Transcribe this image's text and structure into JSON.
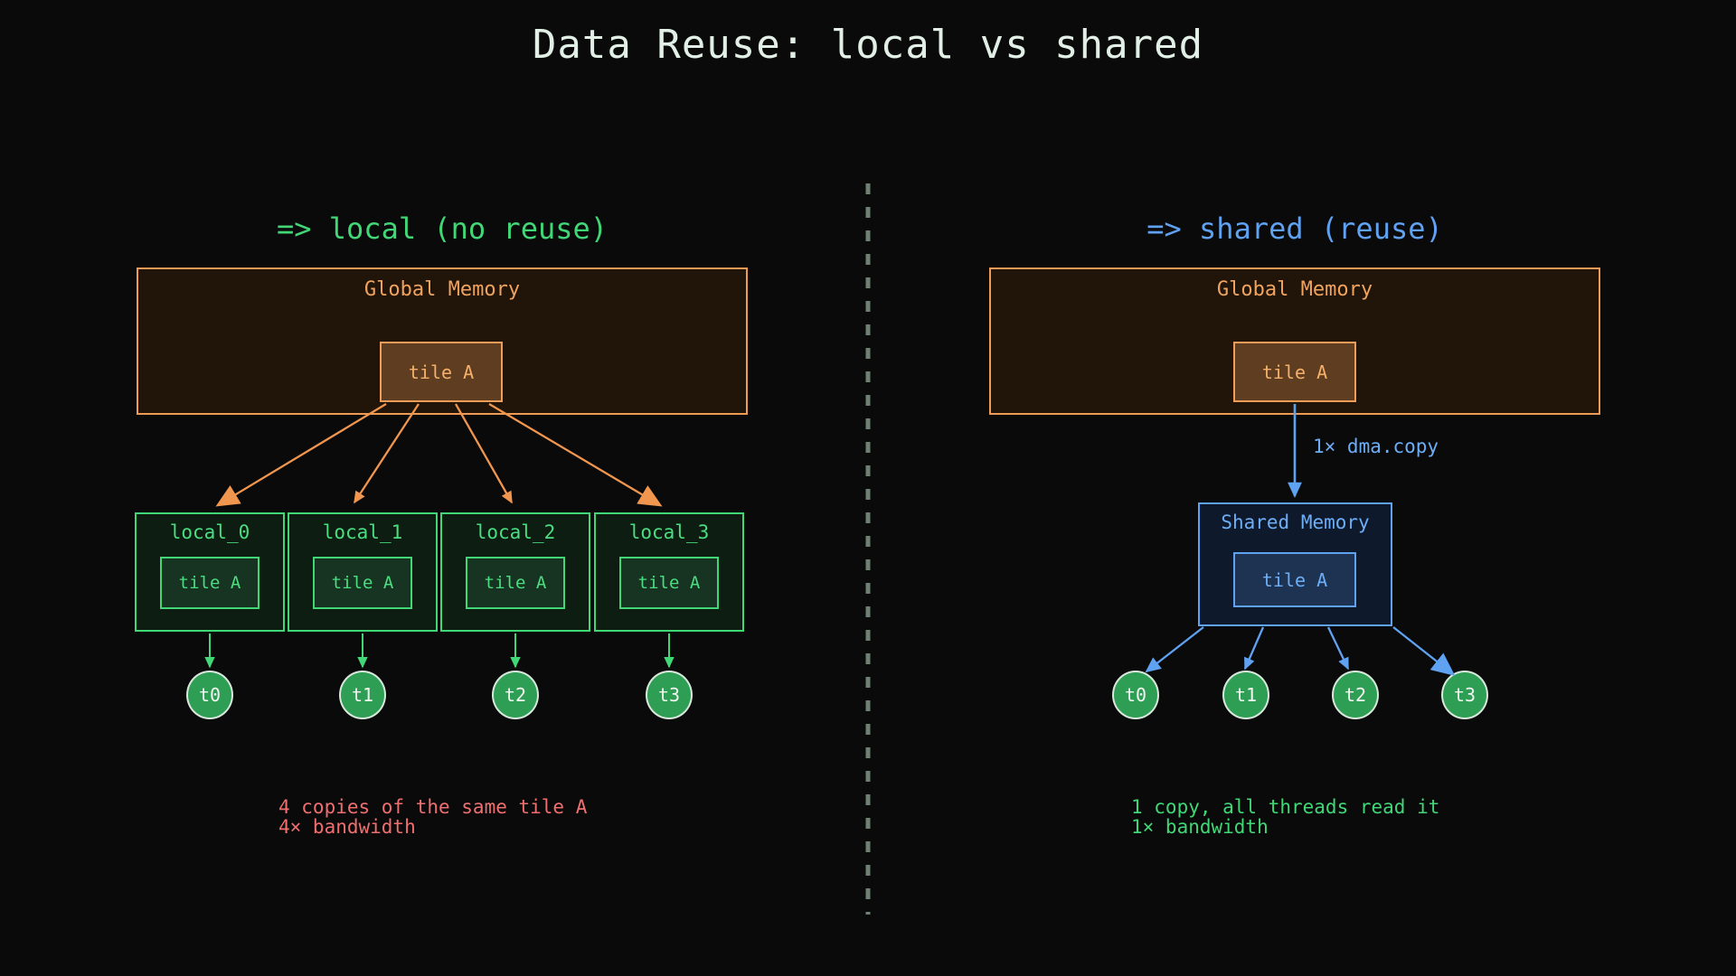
{
  "title": "Data Reuse: local vs shared",
  "left": {
    "heading": "=> local (no reuse)",
    "global_memory": {
      "label": "Global Memory",
      "tile": "tile A"
    },
    "locals": [
      {
        "label": "local_0",
        "tile": "tile A",
        "thread": "t0"
      },
      {
        "label": "local_1",
        "tile": "tile A",
        "thread": "t1"
      },
      {
        "label": "local_2",
        "tile": "tile A",
        "thread": "t2"
      },
      {
        "label": "local_3",
        "tile": "tile A",
        "thread": "t3"
      }
    ],
    "caption_line1": "4 copies of the same tile A",
    "caption_line2": "4× bandwidth"
  },
  "right": {
    "heading": "=> shared (reuse)",
    "global_memory": {
      "label": "Global Memory",
      "tile": "tile A"
    },
    "dma_label": "1× dma.copy",
    "shared_memory": {
      "label": "Shared Memory",
      "tile": "tile A"
    },
    "threads": [
      "t0",
      "t1",
      "t2",
      "t3"
    ],
    "caption_line1": "1 copy, all threads read it",
    "caption_line2": "1× bandwidth"
  },
  "colors": {
    "background": "#0a0a0b",
    "title_text": "#e1efe6",
    "orange_accent": "#ef9b55",
    "orange_tile_fill": "#5f3d20",
    "global_box_fill": "#211509",
    "green_accent": "#41d776",
    "local_box_fill": "#0d1d12",
    "green_tile_fill": "#173322",
    "blue_accent": "#5fa2f2",
    "shared_box_fill": "#0e1a2c",
    "blue_tile_fill": "#1e3251",
    "red_accent": "#ef6f6f",
    "thread_fill": "#2f9e55",
    "thread_border": "#d9e8dc",
    "divider": "#6f8173"
  }
}
